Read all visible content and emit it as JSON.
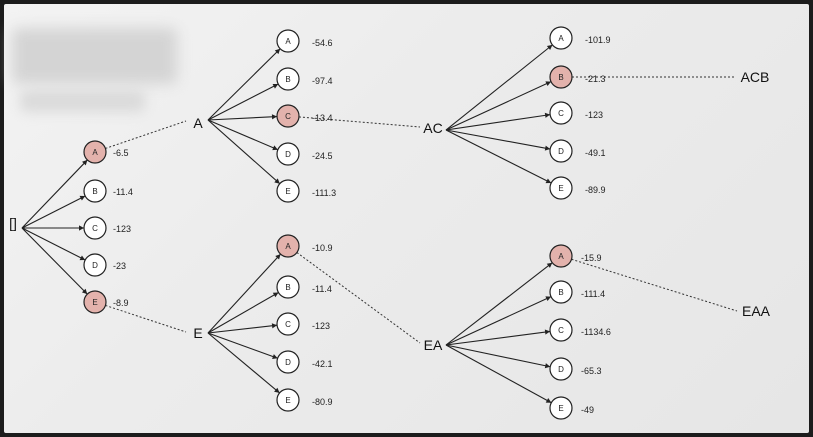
{
  "intermediate_labels": [
    {
      "id": "root",
      "text": "[]"
    },
    {
      "id": "A",
      "text": "A"
    },
    {
      "id": "E",
      "text": "E"
    },
    {
      "id": "AC",
      "text": "AC"
    },
    {
      "id": "EA",
      "text": "EA"
    },
    {
      "id": "ACB",
      "text": "ACB"
    },
    {
      "id": "EAA",
      "text": "EAA"
    }
  ],
  "branches": [
    {
      "id": "root",
      "parent": "root",
      "children": [
        {
          "letter": "A",
          "score": "-6.5",
          "selected": true
        },
        {
          "letter": "B",
          "score": "-11.4",
          "selected": false
        },
        {
          "letter": "C",
          "score": "-123",
          "selected": false
        },
        {
          "letter": "D",
          "score": "-23",
          "selected": false
        },
        {
          "letter": "E",
          "score": "-8.9",
          "selected": true
        }
      ]
    },
    {
      "id": "A",
      "parent": "A",
      "children": [
        {
          "letter": "A",
          "score": "-54.6",
          "selected": false
        },
        {
          "letter": "B",
          "score": "-97.4",
          "selected": false
        },
        {
          "letter": "C",
          "score": "-13.4",
          "selected": true
        },
        {
          "letter": "D",
          "score": "-24.5",
          "selected": false
        },
        {
          "letter": "E",
          "score": "-111.3",
          "selected": false
        }
      ]
    },
    {
      "id": "E",
      "parent": "E",
      "children": [
        {
          "letter": "A",
          "score": "-10.9",
          "selected": true
        },
        {
          "letter": "B",
          "score": "-11.4",
          "selected": false
        },
        {
          "letter": "C",
          "score": "-123",
          "selected": false
        },
        {
          "letter": "D",
          "score": "-42.1",
          "selected": false
        },
        {
          "letter": "E",
          "score": "-80.9",
          "selected": false
        }
      ]
    },
    {
      "id": "AC",
      "parent": "AC",
      "children": [
        {
          "letter": "A",
          "score": "-101.9",
          "selected": false
        },
        {
          "letter": "B",
          "score": "-21.3",
          "selected": true
        },
        {
          "letter": "C",
          "score": "-123",
          "selected": false
        },
        {
          "letter": "D",
          "score": "-49.1",
          "selected": false
        },
        {
          "letter": "E",
          "score": "-89.9",
          "selected": false
        }
      ]
    },
    {
      "id": "EA",
      "parent": "EA",
      "children": [
        {
          "letter": "A",
          "score": "-15.9",
          "selected": true
        },
        {
          "letter": "B",
          "score": "-111.4",
          "selected": false
        },
        {
          "letter": "C",
          "score": "-1134.6",
          "selected": false
        },
        {
          "letter": "D",
          "score": "-65.3",
          "selected": false
        },
        {
          "letter": "E",
          "score": "-49",
          "selected": false
        }
      ]
    }
  ],
  "connections": [
    {
      "from": "root.A",
      "to": "A"
    },
    {
      "from": "root.E",
      "to": "E"
    },
    {
      "from": "A.C",
      "to": "AC"
    },
    {
      "from": "E.A",
      "to": "EA"
    },
    {
      "from": "AC.B",
      "to": "ACB"
    },
    {
      "from": "EA.A",
      "to": "EAA"
    }
  ],
  "colors": {
    "selected_fill": "#e3b2ac",
    "node_fill": "#ffffff",
    "line": "#222222",
    "paper": "#efefef"
  }
}
